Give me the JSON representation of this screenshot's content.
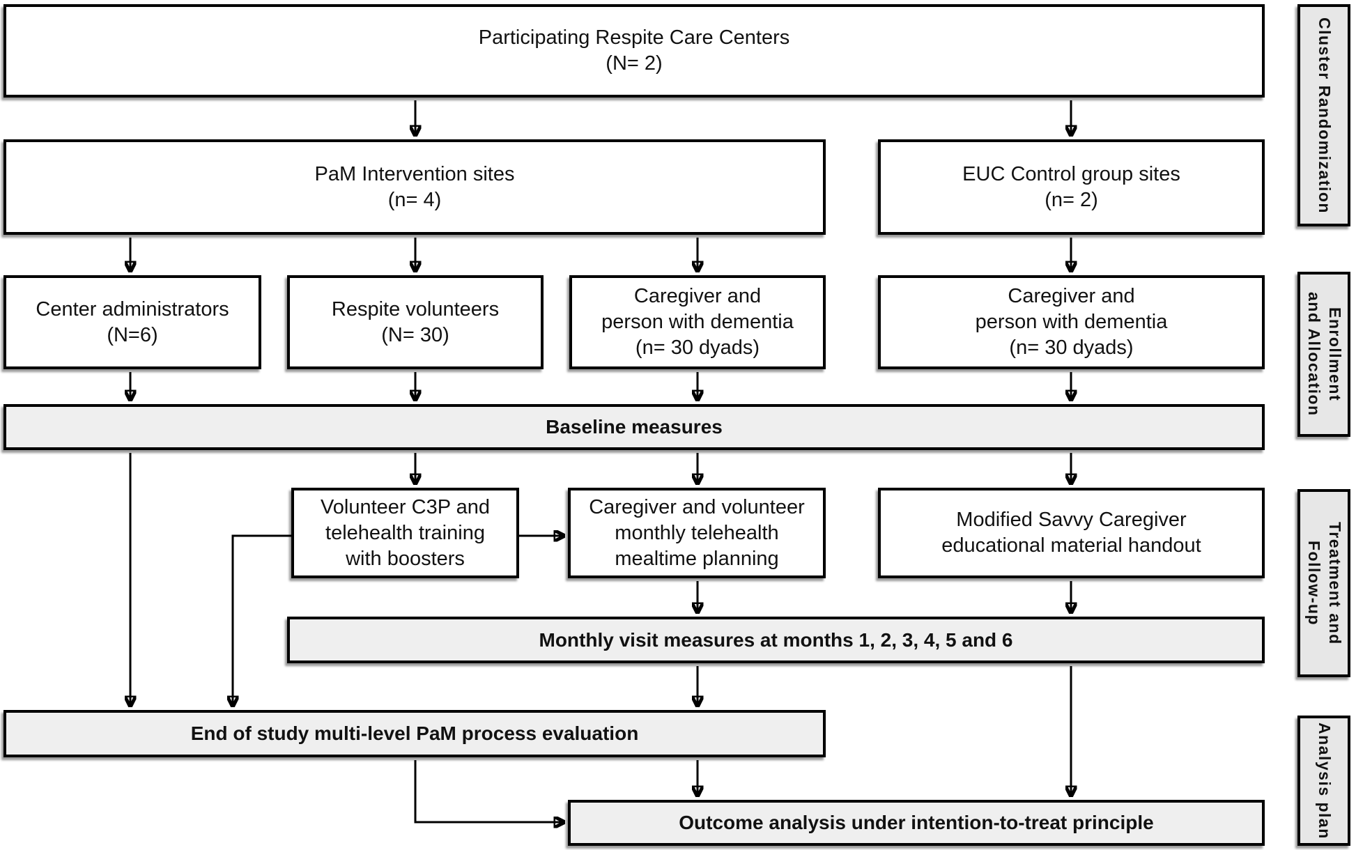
{
  "figure": {
    "boxes": {
      "participating_centers": "Participating Respite Care Centers\n(N= 2)",
      "pam_sites": "PaM Intervention sites\n(n= 4)",
      "euc_sites": "EUC Control group sites\n(n= 2)",
      "center_administrators": "Center administrators\n(N=6)",
      "respite_volunteers": "Respite volunteers\n(N= 30)",
      "pam_dyads": "Caregiver and\nperson with dementia\n(n= 30 dyads)",
      "euc_dyads": "Caregiver and\nperson with dementia\n(n= 30 dyads)",
      "volunteer_training": "Volunteer C3P and\ntelehealth training\nwith boosters",
      "mealtime_planning": "Caregiver and volunteer\nmonthly telehealth\nmealtime planning",
      "savvy_handout": "Modified Savvy Caregiver\neducational material handout"
    },
    "bars": {
      "baseline_measures": "Baseline measures",
      "monthly_measures": "Monthly visit measures at months 1, 2, 3, 4, 5 and 6",
      "end_evaluation": "End of study multi-level PaM process evaluation",
      "outcome_analysis": "Outcome analysis under intention-to-treat principle"
    },
    "stage_labels": {
      "cluster_randomization": "Cluster Randomization",
      "enrollment_allocation": "Enrollment\nand Allocation",
      "treatment_followup": "Treatment and\nFollow-up",
      "analysis_plan": "Analysis plan"
    },
    "colors": {
      "border": "#000000",
      "box_fill": "#ffffff",
      "bar_fill": "#efefef",
      "stage_fill": "#e7e7e7",
      "text": "#111111"
    }
  }
}
